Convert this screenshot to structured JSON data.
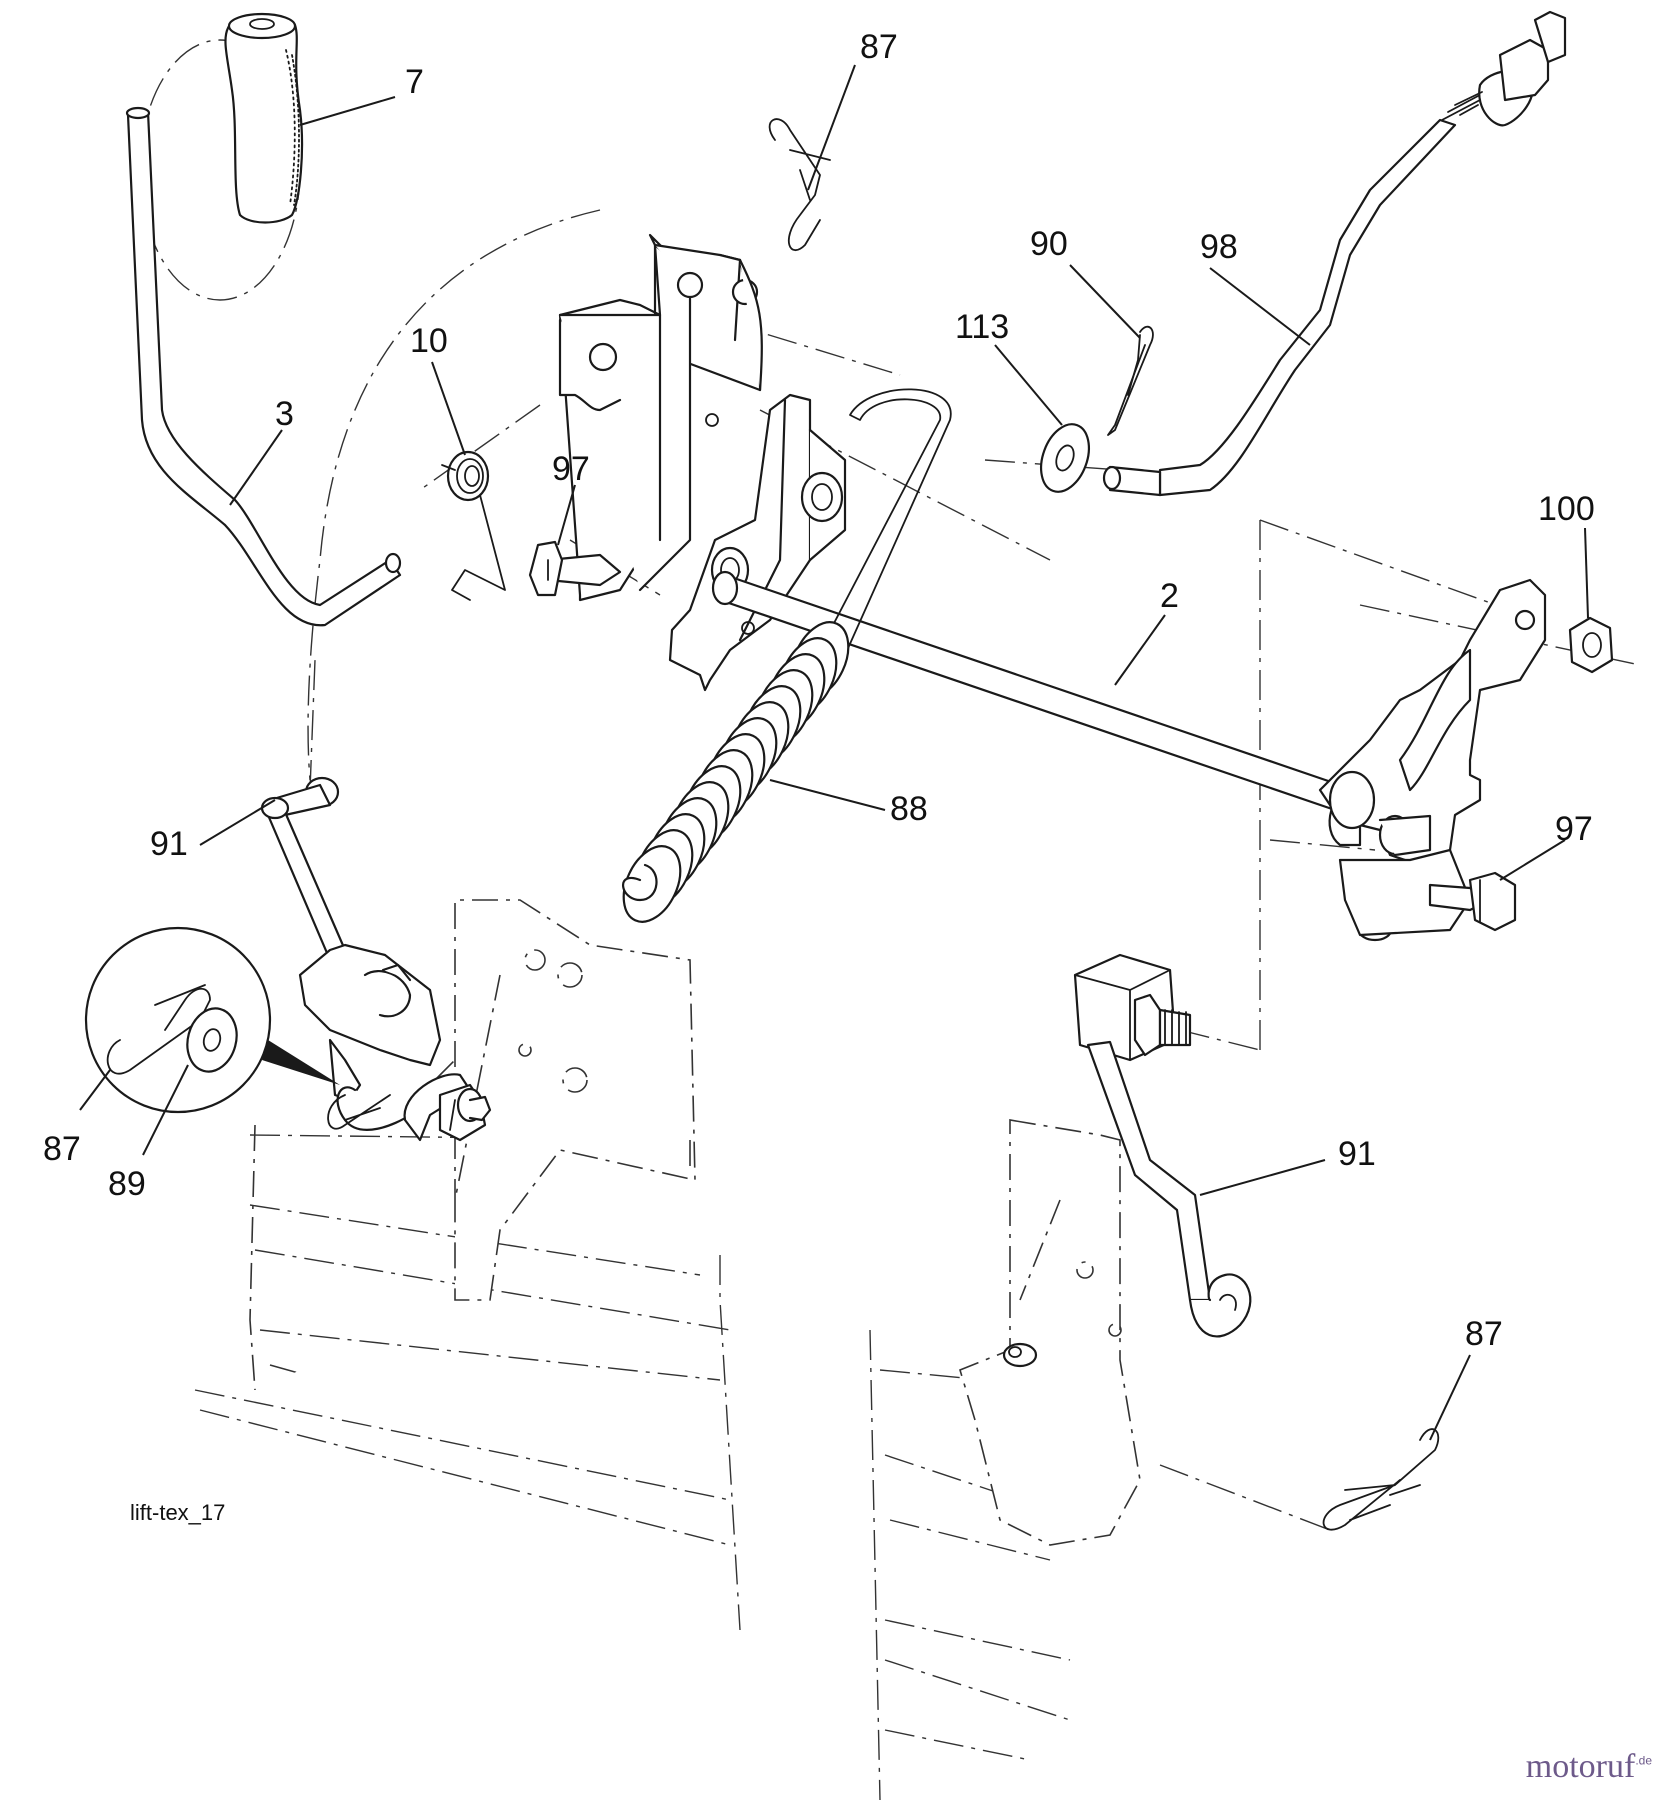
{
  "callouts": {
    "c7": "7",
    "c87_top": "87",
    "c90": "90",
    "c98": "98",
    "c113": "113",
    "c10": "10",
    "c3": "3",
    "c97_left": "97",
    "c2": "2",
    "c100": "100",
    "c88": "88",
    "c91_left": "91",
    "c97_right": "97",
    "c87_inset": "87",
    "c89": "89",
    "c91_right": "91",
    "c87_bottom": "87"
  },
  "caption": "lift-tex_17",
  "brand": {
    "name": "motoruf",
    "suffix": ".de"
  }
}
